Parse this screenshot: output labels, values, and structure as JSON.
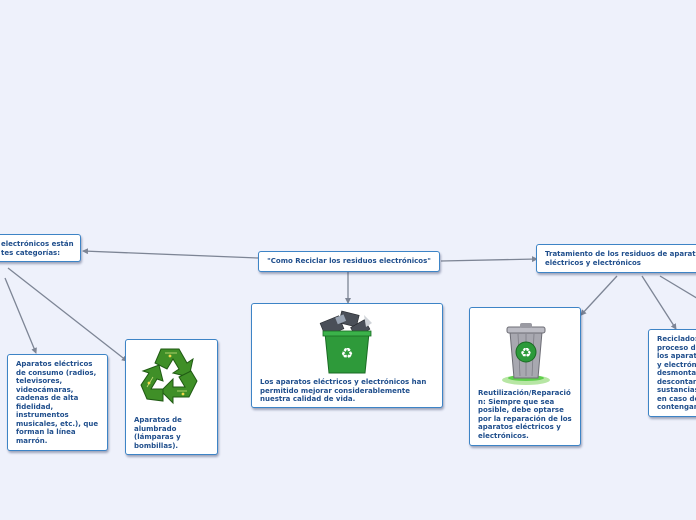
{
  "colors": {
    "background": "#eef1fb",
    "node_border": "#3d84c6",
    "node_text": "#1f4e8c",
    "connector": "#7d8595",
    "bin_green": "#2e9a3a",
    "pcb_green": "#3f8f27"
  },
  "root": {
    "label": "\"Como Reciclar los residuos electrónicos\""
  },
  "left_branch": {
    "label": "electrónicos están\ntes categorías:",
    "children": [
      {
        "label": "Aparatos eléctricos\nde consumo (radios,\ntelevisores,\nvideocámaras,\ncadenas de alta\nfidelidad,\ninstrumentos\nmusicales, etc.), que\nforman la línea\nmarrón."
      },
      {
        "label": "Aparatos de\nalumbrado\n(lámparas y\nbombillas).",
        "image_icon": "pcb-recycle-symbol-icon"
      }
    ]
  },
  "center_child": {
    "label": "Los aparatos eléctricos y electrónicos han\npermitido mejorar considerablemente\nnuestra calidad de vida.",
    "image_icon": "recycle-bin-electronics-icon"
  },
  "right_branch": {
    "label": "Tratamiento de los residuos de aparato\neléctricos y electrónicos",
    "children": [
      {
        "label": "Reutilización/Reparació\nn: Siempre que sea\nposible, debe optarse\npor la reparación de los\naparatos eléctricos y\nelectrónicos.",
        "image_icon": "glowing-recycle-bin-icon"
      },
      {
        "label": "Reciclado:\nproceso de\nlos aparat\ny electrón\ndesmonta\ndescontan\nsustancias\nen caso de\ncontengan"
      }
    ]
  }
}
